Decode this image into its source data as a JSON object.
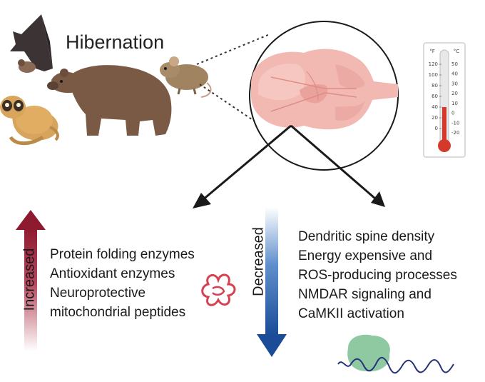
{
  "title": "Hibernation",
  "increased": {
    "label": "Increased",
    "items": [
      "Protein folding enzymes",
      "Antioxidant enzymes",
      "Neuroprotective",
      "mitochondrial peptides"
    ],
    "color": "#9b1b30"
  },
  "decreased": {
    "label": "Decreased",
    "items": [
      "Dendritic spine density",
      "Energy expensive and",
      "ROS-producing processes",
      "NMDAR signaling and",
      "CaMKII activation"
    ],
    "color": "#1c4f9c"
  },
  "thermometer": {
    "fahrenheit_unit": "°F",
    "celsius_unit": "°C",
    "fahrenheit_ticks": [
      "120",
      "100",
      "80",
      "60",
      "40",
      "20",
      "0"
    ],
    "celsius_ticks": [
      "50",
      "40",
      "30",
      "20",
      "10",
      "0",
      "-10",
      "-20"
    ]
  },
  "colors": {
    "brain": "#f2b8b2",
    "bear": "#7a5a45",
    "arrow": "#1a1a1a",
    "protein": "#d64050",
    "complex": "#8fc9a2",
    "strand": "#27327a"
  },
  "icons": [
    "bat-icon",
    "lemur-icon",
    "bear-icon",
    "mouse-icon",
    "brain-icon",
    "thermometer-icon",
    "protein-icon",
    "protein-complex-icon"
  ]
}
